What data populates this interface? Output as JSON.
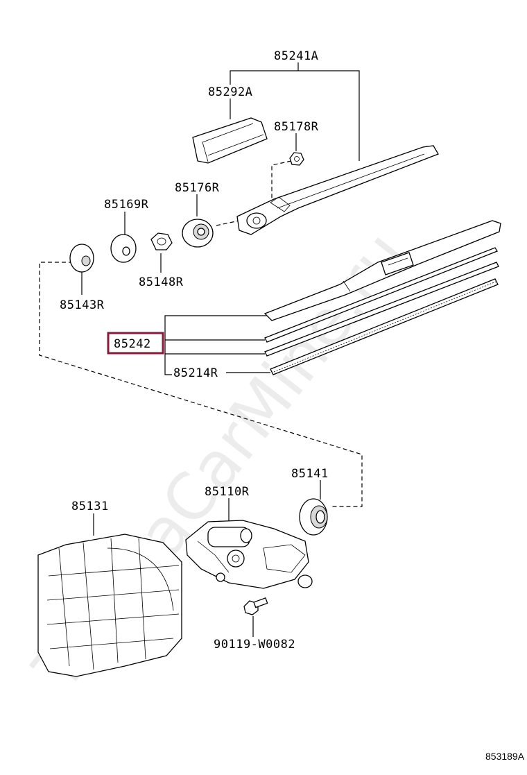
{
  "diagram": {
    "figure_code": "853189A",
    "watermark": "ToyotaCarMine.ru",
    "highlight_color": "#8b1a3a",
    "parts": {
      "arm_assy": "85241A",
      "arm_cover": "85292A",
      "arm_nut_cap": "85178R",
      "pivot_cushion": "85176R",
      "spacer": "85169R",
      "nut": "85148R",
      "grommet": "85143R",
      "blade": "85242",
      "blade_rubber": "85214R",
      "bush": "85141",
      "motor_assy": "85110R",
      "cover_panel": "85131",
      "bolt": "90119-W0082"
    },
    "highlighted_part": "85242"
  }
}
